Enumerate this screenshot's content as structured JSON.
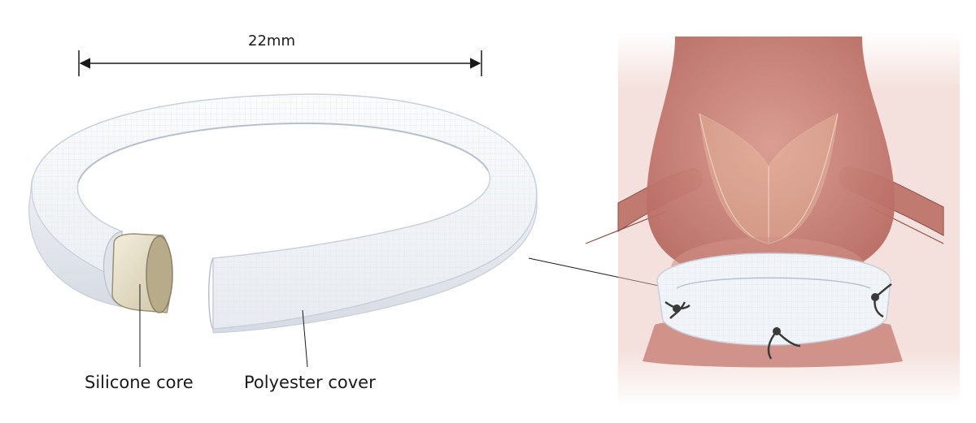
{
  "diagram": {
    "dimension_label": "22mm",
    "labels": {
      "silicone_core": "Silicone core",
      "polyester_cover": "Polyester cover"
    },
    "colors": {
      "ring_fill": "#f1f4f8",
      "ring_edge": "#c9cfd8",
      "core_fill": "#e3dcc4",
      "core_edge": "#9a8f74",
      "tissue": "#c47d74",
      "tissue_light": "#e7b5ab",
      "suture": "#3a3a3a",
      "line": "#1a1a1a"
    }
  }
}
